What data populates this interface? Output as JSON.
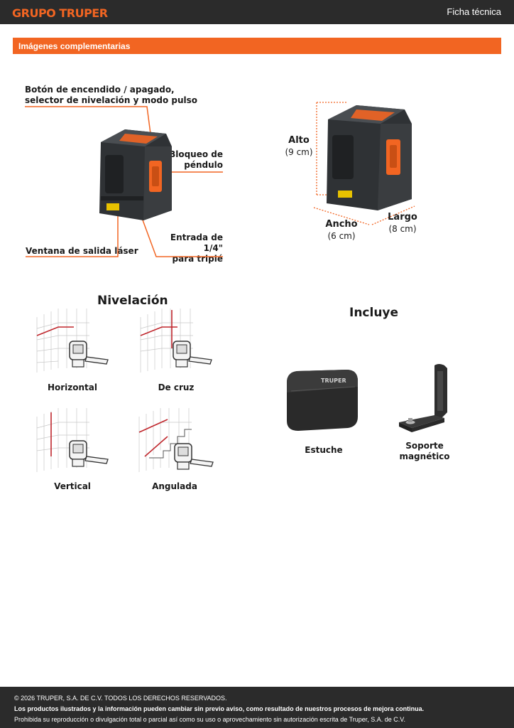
{
  "header": {
    "logo": "GRUPO TRUPER",
    "doc_type": "Ficha técnica"
  },
  "section": {
    "title": "Imágenes complementarias"
  },
  "product": {
    "brand_on_device": "TRUPER",
    "callouts": {
      "power": "Botón de encendido / apagado,\nselector de nivelación y modo pulso",
      "pendulum": "Bloqueo de\npéndulo",
      "laser_window": "Ventana de salida láser",
      "tripod": "Entrada de 1/4\"\npara tripié"
    }
  },
  "dimensions": {
    "alto": {
      "label": "Alto",
      "value": "(9 cm)"
    },
    "ancho": {
      "label": "Ancho",
      "value": "(6 cm)"
    },
    "largo": {
      "label": "Largo",
      "value": "(8 cm)"
    }
  },
  "leveling": {
    "title": "Nivelación",
    "modes": [
      "Horizontal",
      "De cruz",
      "Vertical",
      "Angulada"
    ]
  },
  "includes": {
    "title": "Incluye",
    "items": [
      "Estuche",
      "Soporte\nmagnético"
    ]
  },
  "footer": {
    "copyright": "© 2026 TRUPER, S.A. DE C.V. TODOS LOS DERECHOS RESERVADOS.",
    "notice": "Los productos ilustrados y la información pueden cambiar sin previo aviso, como resultado de nuestros procesos de mejora continua.",
    "legal": "Prohibida su reproducción o divulgación total o parcial así como su uso o aprovechamiento sin autorización escrita de Truper, S.A. de C.V."
  },
  "colors": {
    "accent": "#f26522",
    "dark": "#2b2b2b",
    "device_body": "#3a3d40"
  }
}
